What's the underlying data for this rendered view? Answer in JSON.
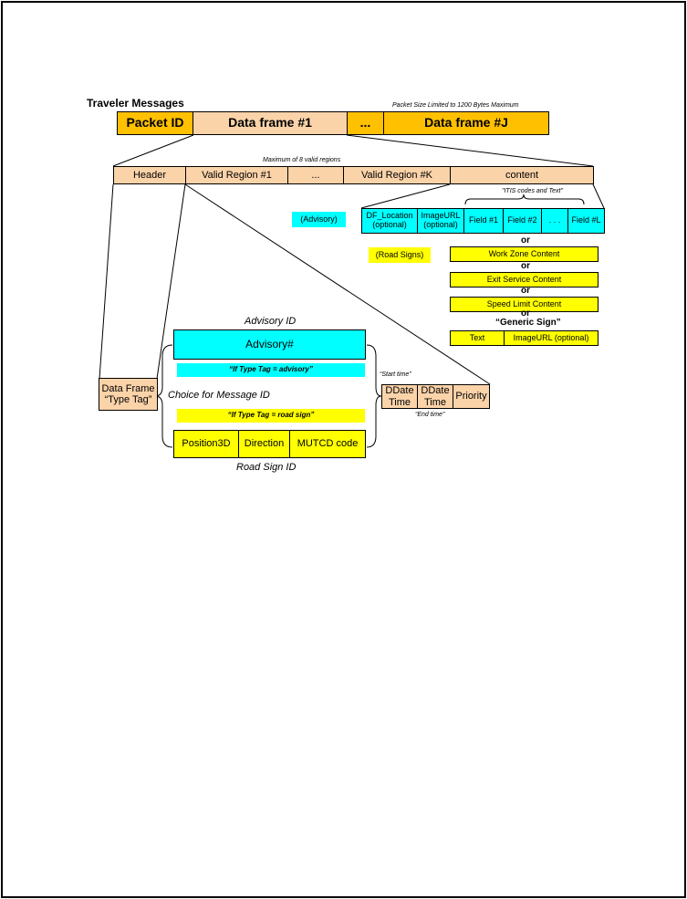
{
  "title": "Traveler Messages",
  "packet_note": "Packet Size Limited to 1200 Bytes Maximum",
  "top_row": [
    "Packet ID",
    "Data frame #1",
    "...",
    "Data frame #J"
  ],
  "regions_note": "Maximum of 8 valid regions",
  "second_row": [
    "Header",
    "Valid Region #1",
    "...",
    "Valid Region #K",
    "content"
  ],
  "itis_note": "\"ITIS codes and Text\"",
  "advisory_tag": "(Advisory)",
  "road_signs_tag": "(Road Signs)",
  "advisory_content": [
    {
      "line1": "DF_Location",
      "line2": "(optional)"
    },
    {
      "line1": "ImageURL",
      "line2": "(optional)"
    },
    {
      "line1": "Field #1",
      "line2": ""
    },
    {
      "line1": "Field #2",
      "line2": ""
    },
    {
      "line1": ". . .",
      "line2": ""
    },
    {
      "line1": "Field #L",
      "line2": ""
    }
  ],
  "or_label": "or",
  "road_sign_contents": [
    "Work Zone Content",
    "Exit Service Content",
    "Speed Limit Content"
  ],
  "generic_sign_label": "“Generic Sign”",
  "generic_sign_fields": [
    "Text",
    "ImageURL (optional)"
  ],
  "advisory_id_label": "Advisory ID",
  "advisory_number": "Advisory#",
  "if_advisory": "“If Type Tag = advisory”",
  "choice_label": "Choice for Message ID",
  "if_road_sign": "“If Type Tag = road sign”",
  "road_sign_fields": [
    "Position3D",
    "Direction",
    "MUTCD code"
  ],
  "road_sign_id_label": "Road Sign ID",
  "type_tag": {
    "line1": "Data Frame",
    "line2": "“Type Tag”"
  },
  "start_time_label": "“Start time”",
  "end_time_label": "“End time”",
  "time_fields": [
    {
      "line1": "DDate",
      "line2": "Time"
    },
    {
      "line1": "DDate",
      "line2": "Time"
    },
    {
      "line1": "Priority",
      "line2": ""
    }
  ],
  "colors": {
    "tan": "#fbd3a9",
    "gold": "#ffc000",
    "yellow": "#ffff00",
    "cyan": "#00ffff"
  }
}
